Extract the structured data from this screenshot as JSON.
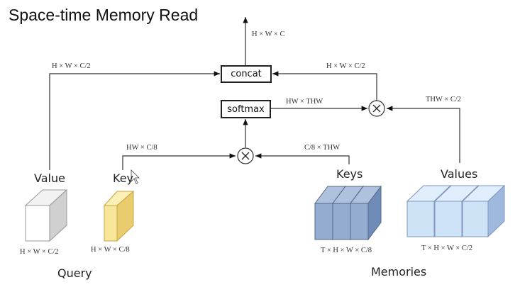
{
  "title": "Space-time Memory Read",
  "ops": {
    "concat": "concat",
    "softmax": "softmax",
    "multiply_symbol": "×"
  },
  "dims": {
    "output": "H × W × C",
    "query_value_to_concat": "H × W × C/2",
    "memory_readout_to_concat": "H × W × C/2",
    "softmax_to_mult": "HW × THW",
    "memory_values_to_mult": "THW × C/2",
    "query_key_to_mult": "HW × C/8",
    "memory_keys_to_mult": "C/8 × THW",
    "query_value_shape": "H × W × C/2",
    "query_key_shape": "H × W × C/8",
    "memory_keys_shape": "T × H × W × C/8",
    "memory_values_shape": "T × H × W × C/2"
  },
  "labels": {
    "query_value": "Value",
    "query_key": "Key",
    "memory_keys": "Keys",
    "memory_values": "Values",
    "query_group": "Query",
    "memory_group": "Memories"
  },
  "colors": {
    "query_value_front": "#ffffff",
    "query_value_side": "#d0d0d0",
    "query_key_front": "#f8e79a",
    "query_key_side": "#e9cc6e",
    "memory_keys_front": "#93acd0",
    "memory_keys_side": "#6f8cb8",
    "memory_values_front": "#cfe3f7",
    "memory_values_side": "#9fb8de"
  }
}
